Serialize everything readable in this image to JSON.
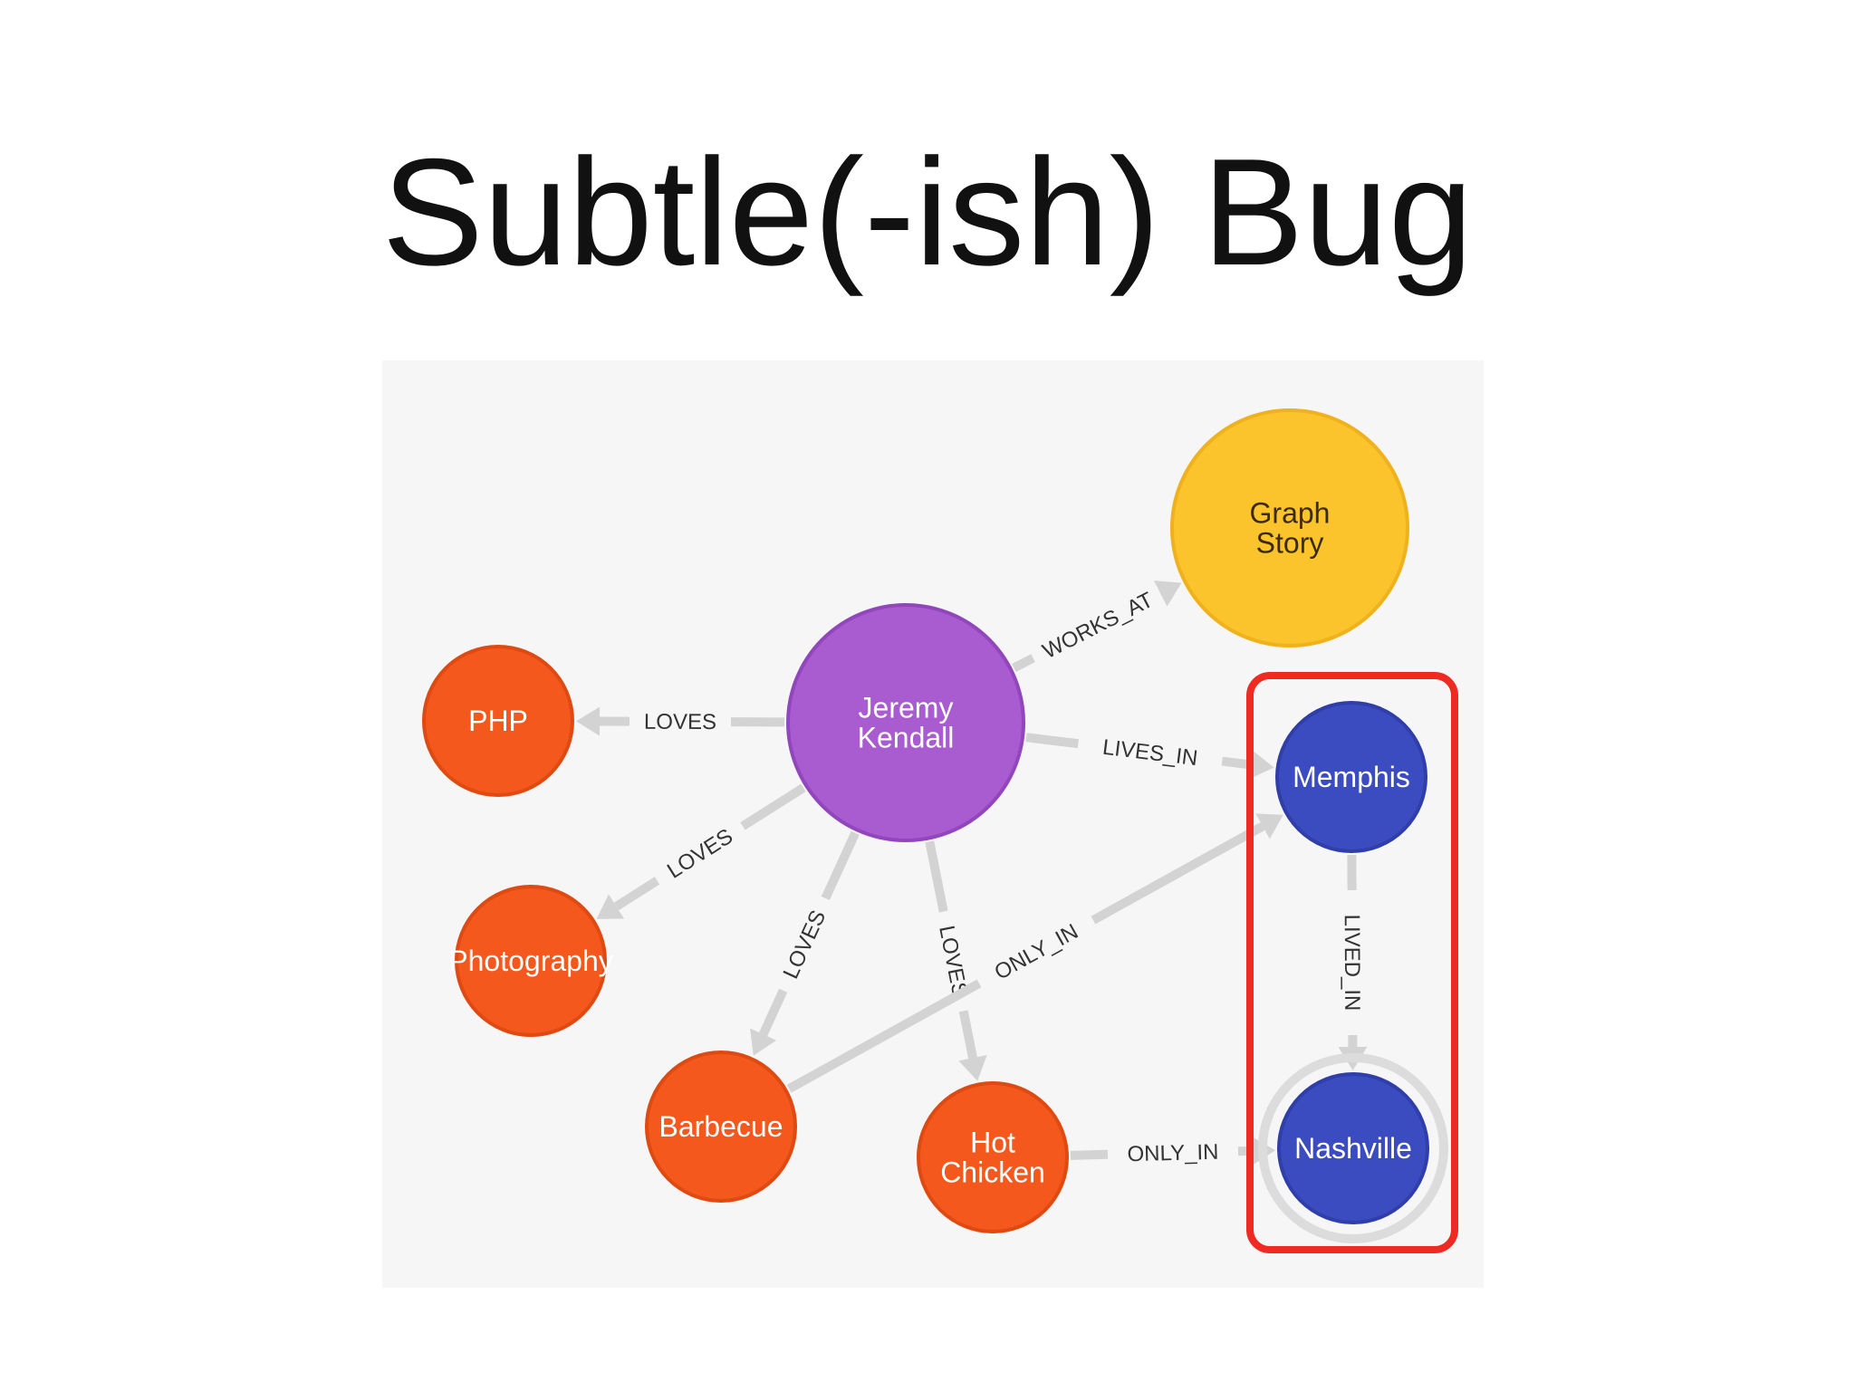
{
  "slide": {
    "title": "Subtle(-ish) Bug"
  },
  "colors": {
    "person": "#a95bd0",
    "company": "#fbc42c",
    "interest": "#f4581c",
    "city": "#3b4cc0",
    "edge": "#d3d3d3",
    "highlight": "#ee2a22",
    "panel": "#f6f6f6"
  },
  "graph": {
    "nodes": [
      {
        "id": "jeremy",
        "lines": [
          "Jeremy",
          "Kendall"
        ],
        "kind": "person"
      },
      {
        "id": "graphstory",
        "lines": [
          "Graph",
          "Story"
        ],
        "kind": "company"
      },
      {
        "id": "php",
        "lines": [
          "PHP"
        ],
        "kind": "interest"
      },
      {
        "id": "photography",
        "lines": [
          "Photography"
        ],
        "kind": "interest"
      },
      {
        "id": "barbecue",
        "lines": [
          "Barbecue"
        ],
        "kind": "interest"
      },
      {
        "id": "hotchicken",
        "lines": [
          "Hot",
          "Chicken"
        ],
        "kind": "interest"
      },
      {
        "id": "memphis",
        "lines": [
          "Memphis"
        ],
        "kind": "city"
      },
      {
        "id": "nashville",
        "lines": [
          "Nashville"
        ],
        "kind": "city",
        "selected": true
      }
    ],
    "edges": [
      {
        "id": "e-works-at",
        "from": "jeremy",
        "to": "graphstory",
        "label": "WORKS_AT"
      },
      {
        "id": "e-loves-php",
        "from": "jeremy",
        "to": "php",
        "label": "LOVES"
      },
      {
        "id": "e-lives-in",
        "from": "jeremy",
        "to": "memphis",
        "label": "LIVES_IN"
      },
      {
        "id": "e-loves-photography",
        "from": "jeremy",
        "to": "photography",
        "label": "LOVES"
      },
      {
        "id": "e-loves-barbecue",
        "from": "jeremy",
        "to": "barbecue",
        "label": "LOVES"
      },
      {
        "id": "e-loves-hotchicken",
        "from": "jeremy",
        "to": "hotchicken",
        "label": "LOVES"
      },
      {
        "id": "e-only-in-memphis",
        "from": "barbecue",
        "to": "memphis",
        "label": "ONLY_IN"
      },
      {
        "id": "e-only-in-nashville",
        "from": "hotchicken",
        "to": "nashville",
        "label": "ONLY_IN"
      },
      {
        "id": "e-lived-in",
        "from": "memphis",
        "to": "nashville",
        "label": "LIVED_IN"
      }
    ],
    "highlight_group": [
      "memphis",
      "nashville"
    ]
  }
}
